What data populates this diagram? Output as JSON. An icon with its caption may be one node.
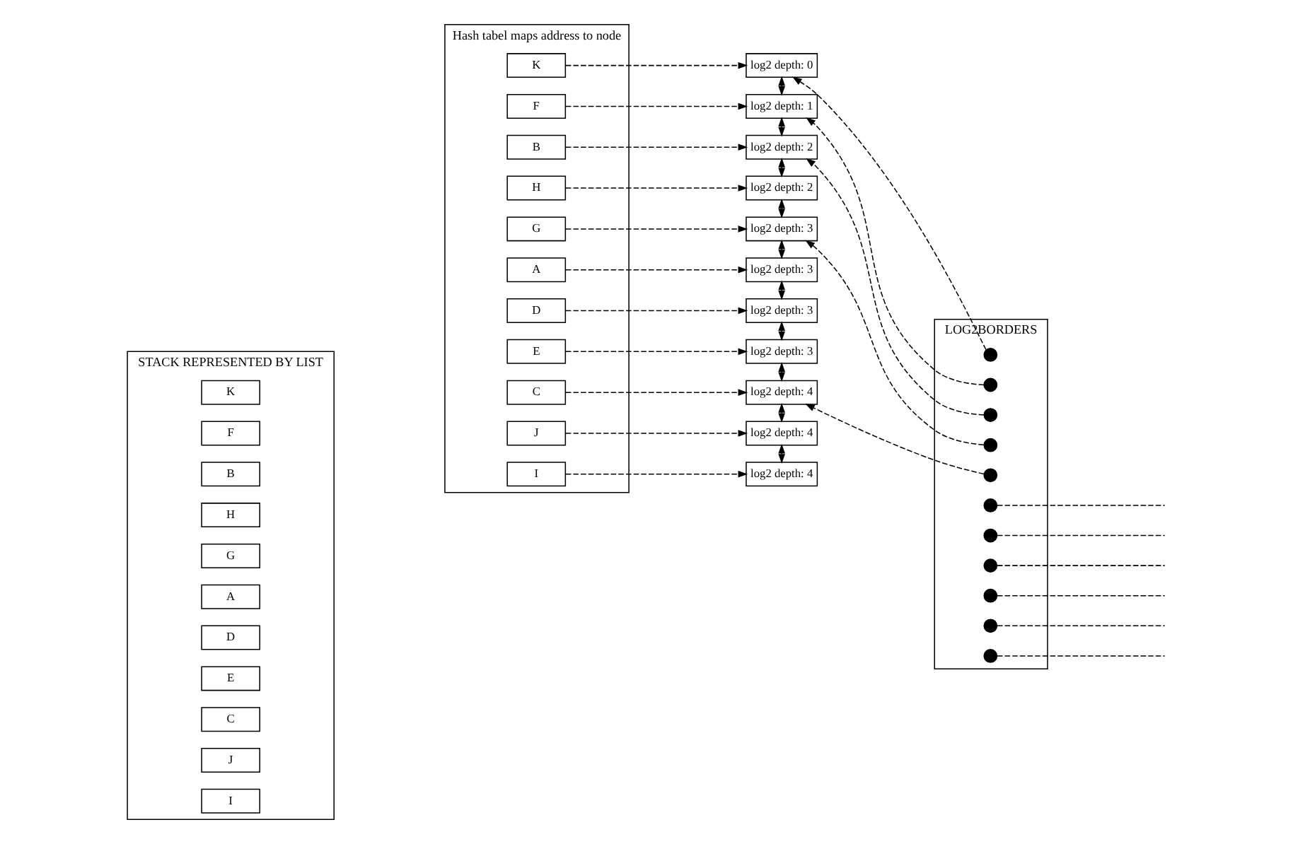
{
  "diagram": {
    "nodes": [
      {
        "text": [
          "STACK REPRESENTED BY LIST"
        ]
      },
      {
        "text": [
          "K"
        ],
        "in": 0
      },
      {
        "text": [
          "F"
        ],
        "in": 0
      },
      {
        "text": [
          "B"
        ],
        "in": 0
      },
      {
        "text": [
          "H"
        ],
        "in": 0
      },
      {
        "text": [
          "G"
        ],
        "in": 0
      },
      {
        "text": [
          "A"
        ],
        "in": 0
      },
      {
        "text": [
          "D"
        ],
        "in": 0
      },
      {
        "text": [
          "E"
        ],
        "in": 0
      },
      {
        "text": [
          "C"
        ],
        "in": 0
      },
      {
        "text": [
          "J"
        ],
        "in": 0
      },
      {
        "text": [
          "I"
        ],
        "in": 0
      },
      {
        "text": [
          "Hash tabel maps address to node"
        ]
      },
      {
        "text": [
          "C"
        ],
        "in": 12
      },
      {
        "text": [
          "H"
        ],
        "in": 12
      },
      {
        "text": [
          "I"
        ],
        "in": 12
      },
      {
        "text": [
          "E"
        ],
        "in": 12
      },
      {
        "text": [
          "D"
        ],
        "in": 12
      },
      {
        "text": [
          "B"
        ],
        "in": 12
      },
      {
        "text": [
          "J"
        ],
        "in": 12
      },
      {
        "text": [
          "K"
        ],
        "in": 12
      },
      {
        "text": [
          "F"
        ],
        "in": 12
      },
      {
        "text": [
          "A"
        ],
        "in": 12
      },
      {
        "text": [
          "G"
        ],
        "in": 12
      },
      {
        "text": [
          "log2 depth: 0"
        ]
      },
      {
        "text": [
          "log2 depth: 1"
        ]
      },
      {
        "text": [
          "log2 depth: 2"
        ]
      },
      {
        "text": [
          "log2 depth: 2"
        ]
      },
      {
        "text": [
          "log2 depth: 3"
        ]
      },
      {
        "text": [
          "log2 depth: 3"
        ]
      },
      {
        "text": [
          "log2 depth: 3"
        ]
      },
      {
        "text": [
          "log2 depth: 3"
        ]
      },
      {
        "text": [
          "log2 depth: 4"
        ]
      },
      {
        "text": [
          "log2 depth: 4"
        ]
      },
      {
        "text": [
          "log2 depth: 4"
        ]
      },
      {
        "text": [
          "LOG2BORDERS"
        ]
      },
      {
        "text": [],
        "shape": "circle",
        "in": 35
      },
      {
        "text": [],
        "shape": "circle",
        "in": 35
      },
      {
        "text": [],
        "shape": "circle",
        "in": 35
      },
      {
        "text": [],
        "shape": "circle",
        "in": 35
      },
      {
        "text": [],
        "shape": "circle",
        "in": 35
      },
      {
        "text": [],
        "shape": "circle",
        "in": 35
      },
      {
        "text": [],
        "shape": "circle",
        "in": 35
      },
      {
        "text": [],
        "shape": "circle",
        "in": 35
      },
      {
        "text": [],
        "shape": "circle",
        "in": 35
      },
      {
        "text": [],
        "shape": "circle",
        "in": 35
      },
      {
        "text": [],
        "shape": "circle",
        "in": 35
      }
    ],
    "edges": [
      {
        "from": 13,
        "to": 32,
        "arrow": "to",
        "style": "dashed"
      },
      {
        "from": 14,
        "to": 27,
        "arrow": "to",
        "style": "dashed"
      },
      {
        "from": 15,
        "to": 34,
        "arrow": "to",
        "style": "dashed"
      },
      {
        "from": 16,
        "to": 31,
        "arrow": "to",
        "style": "dashed"
      },
      {
        "from": 17,
        "to": 30,
        "arrow": "to",
        "style": "dashed"
      },
      {
        "from": 18,
        "to": 26,
        "arrow": "to",
        "style": "dashed"
      },
      {
        "from": 19,
        "to": 33,
        "arrow": "to",
        "style": "dashed"
      },
      {
        "from": 20,
        "to": 24,
        "arrow": "to",
        "style": "dashed"
      },
      {
        "from": 21,
        "to": 25,
        "arrow": "to",
        "style": "dashed"
      },
      {
        "from": 22,
        "to": 29,
        "arrow": "to",
        "style": "dashed"
      },
      {
        "from": 23,
        "to": 28,
        "arrow": "to",
        "style": "dashed"
      },
      {
        "from": 24,
        "to": 25,
        "arrow": "both"
      },
      {
        "from": 25,
        "to": 26,
        "arrow": "both"
      },
      {
        "from": 26,
        "to": 27,
        "arrow": "both"
      },
      {
        "from": 27,
        "to": 28,
        "arrow": "both"
      },
      {
        "from": 28,
        "to": 29,
        "arrow": "both"
      },
      {
        "from": 29,
        "to": 30,
        "arrow": "both"
      },
      {
        "from": 30,
        "to": 31,
        "arrow": "both"
      },
      {
        "from": 31,
        "to": 32,
        "arrow": "both"
      },
      {
        "from": 32,
        "to": 33,
        "arrow": "both"
      },
      {
        "from": 33,
        "to": 34,
        "arrow": "both"
      },
      {
        "from": 36,
        "to": 24,
        "arrow": "to",
        "style": "dashed"
      },
      {
        "from": 37,
        "to": 25,
        "arrow": "to",
        "style": "dashed"
      },
      {
        "from": 38,
        "to": 26,
        "arrow": "to",
        "style": "dashed"
      },
      {
        "from": 39,
        "to": 28,
        "arrow": "to",
        "style": "dashed"
      },
      {
        "from": 40,
        "to": 32,
        "arrow": "to",
        "style": "dashed"
      },
      {
        "from": 41,
        "to": null,
        "arrow": "none",
        "style": "dashed"
      },
      {
        "from": 42,
        "to": null,
        "arrow": "none",
        "style": "dashed"
      },
      {
        "from": 43,
        "to": null,
        "arrow": "none",
        "style": "dashed"
      },
      {
        "from": 44,
        "to": null,
        "arrow": "none",
        "style": "dashed"
      },
      {
        "from": 45,
        "to": null,
        "arrow": "none",
        "style": "dashed"
      },
      {
        "from": 46,
        "to": null,
        "arrow": "none",
        "style": "dashed"
      }
    ]
  }
}
